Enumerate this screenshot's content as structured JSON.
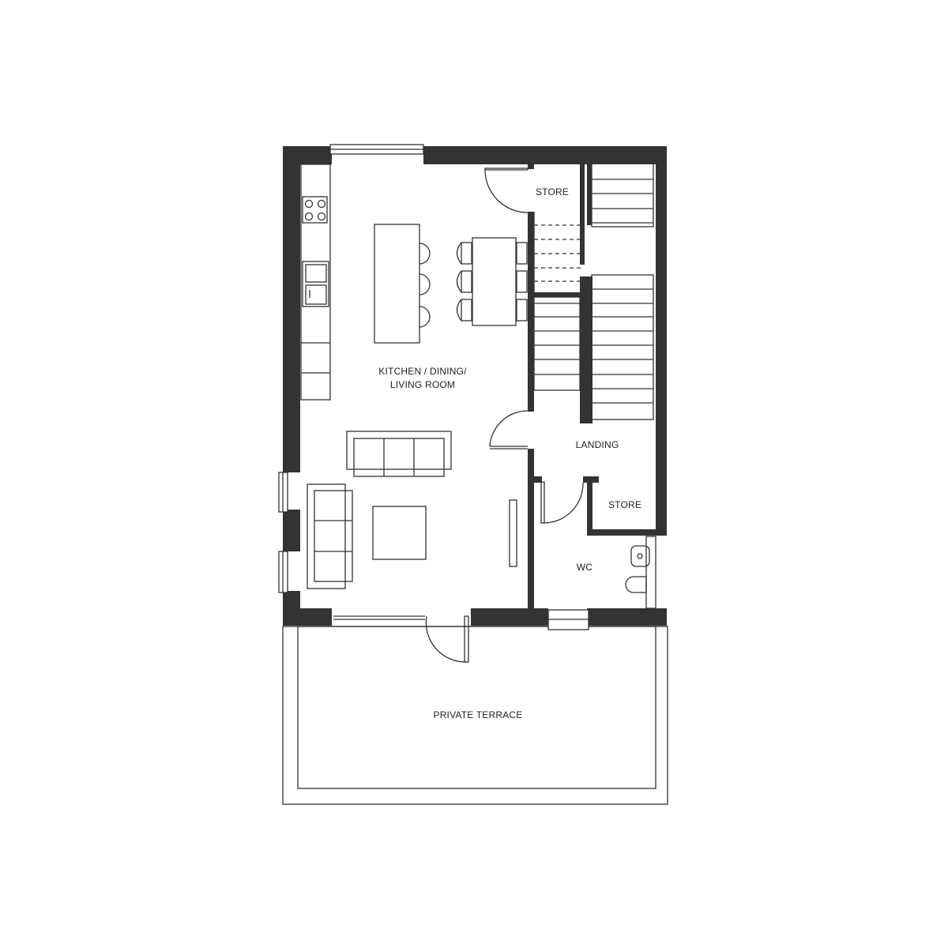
{
  "rooms": {
    "kitchen_line1": "KITCHEN / DINING/",
    "kitchen_line2": "LIVING ROOM",
    "store_top": "STORE",
    "landing": "LANDING",
    "store_small": "STORE",
    "wc": "WC",
    "terrace": "PRIVATE TERRACE"
  }
}
